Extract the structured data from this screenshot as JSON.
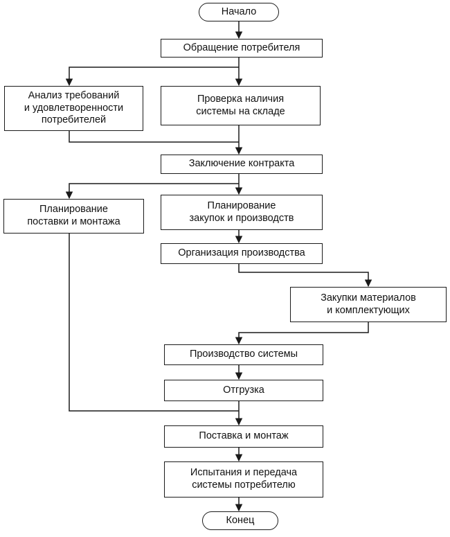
{
  "flowchart": {
    "nodes": {
      "start": "Начало",
      "appeal": "Обращение потребителя",
      "analysis": [
        "Анализ требований",
        "и удовлетворенности",
        "потребителей"
      ],
      "check_stock": [
        "Проверка наличия",
        "системы на складе"
      ],
      "contract": "Заключение контракта",
      "plan_delivery": [
        "Планирование",
        "поставки и монтажа"
      ],
      "plan_purchase": [
        "Планирование",
        "закупок и производств"
      ],
      "organize_production": "Организация производства",
      "procurement": [
        "Закупки материалов",
        "и комплектующих"
      ],
      "production": "Производство системы",
      "shipment": "Отгрузка",
      "delivery_install": "Поставка и монтаж",
      "testing": [
        "Испытания и передача",
        "системы потребителю"
      ],
      "end": "Конец"
    },
    "edges": [
      [
        "start",
        "appeal"
      ],
      [
        "appeal",
        "analysis"
      ],
      [
        "appeal",
        "check_stock"
      ],
      [
        "analysis",
        "contract"
      ],
      [
        "check_stock",
        "contract"
      ],
      [
        "contract",
        "plan_delivery"
      ],
      [
        "contract",
        "plan_purchase"
      ],
      [
        "plan_purchase",
        "organize_production"
      ],
      [
        "organize_production",
        "procurement"
      ],
      [
        "procurement",
        "production"
      ],
      [
        "production",
        "shipment"
      ],
      [
        "shipment",
        "delivery_install"
      ],
      [
        "plan_delivery",
        "delivery_install"
      ],
      [
        "delivery_install",
        "testing"
      ],
      [
        "testing",
        "end"
      ]
    ]
  }
}
